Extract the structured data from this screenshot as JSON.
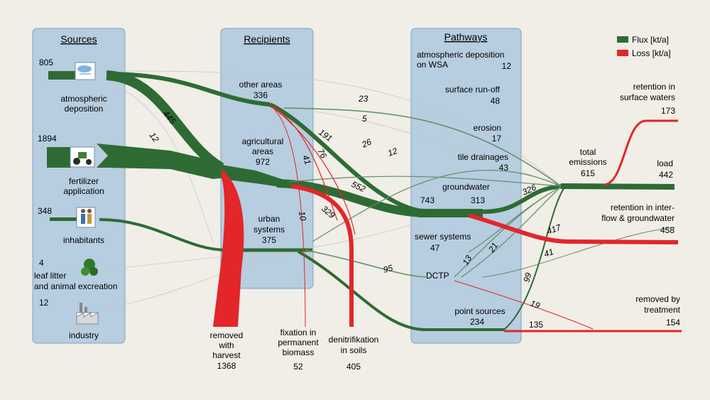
{
  "columns": {
    "sources": "Sources",
    "recipients": "Recipients",
    "pathways": "Pathways"
  },
  "legend": {
    "flux": "Flux [kt/a]",
    "loss": "Loss [kt/a]",
    "flux_color": "#2e6b34",
    "loss_color": "#e2262a"
  },
  "sources": {
    "atm": {
      "value": "805",
      "line1": "atmospheric",
      "line2": "deposition"
    },
    "fert": {
      "value": "1894",
      "line1": "fertilizer",
      "line2": "application"
    },
    "inh": {
      "value": "348",
      "line1": "inhabitants"
    },
    "leaf": {
      "value": "4",
      "line1": "leaf litter",
      "line2": "and animal excreation"
    },
    "ind": {
      "value": "12",
      "line1": "industry"
    }
  },
  "recipients": {
    "other": {
      "line1": "other areas",
      "value": "336"
    },
    "agri": {
      "line1": "agricultural",
      "line2": "areas",
      "value": "972"
    },
    "urban": {
      "line1": "urban",
      "line2": "systems",
      "value": "375"
    }
  },
  "pathways": {
    "atmwsa": {
      "line1": "atmospheric deposition",
      "line2": "on WSA",
      "value": "12"
    },
    "runoff": {
      "line1": "surface run-off",
      "value": "48"
    },
    "erosion": {
      "line1": "erosion",
      "value": "17"
    },
    "tile": {
      "line1": "tile drainages",
      "value": "43"
    },
    "gw": {
      "line1": "groundwater",
      "value_in": "743",
      "value_out": "313"
    },
    "sewer": {
      "line1": "sewer systems",
      "value": "47"
    },
    "dctp": {
      "line1": "DCTP"
    },
    "point": {
      "line1": "point sources",
      "value": "234"
    }
  },
  "outputs": {
    "total": {
      "line1": "total",
      "line2": "emissions",
      "value": "615"
    },
    "ret_sw": {
      "line1": "retention in",
      "line2": "surface waters",
      "value": "173"
    },
    "load": {
      "line1": "load",
      "value": "442"
    },
    "ret_gw": {
      "line1": "retention in inter-",
      "line2": "flow & groundwater",
      "value": "458"
    },
    "removed": {
      "line1": "removed by",
      "line2": "treatment",
      "value": "154"
    }
  },
  "losses": {
    "harvest": {
      "line1": "removed",
      "line2": "with",
      "line3": "harvest",
      "value": "1368"
    },
    "fixation": {
      "line1": "fixation in",
      "line2": "permanent",
      "line3": "biomass",
      "value": "52"
    },
    "denit": {
      "line1": "denitrifikation",
      "line2": "in soils",
      "value": "405"
    }
  },
  "flow_labels": {
    "f445": "445",
    "f12": "12",
    "f23": "23",
    "f5": "5",
    "f191": "191",
    "f26": "26",
    "f76": "76",
    "f41": "41",
    "f12b": "12",
    "f552": "552",
    "f10": "10",
    "f329": "329",
    "f95": "95",
    "f13": "13",
    "f21": "21",
    "f326": "326",
    "f417": "417",
    "f41b": "41",
    "f99": "99",
    "f19": "19",
    "f135": "135"
  }
}
